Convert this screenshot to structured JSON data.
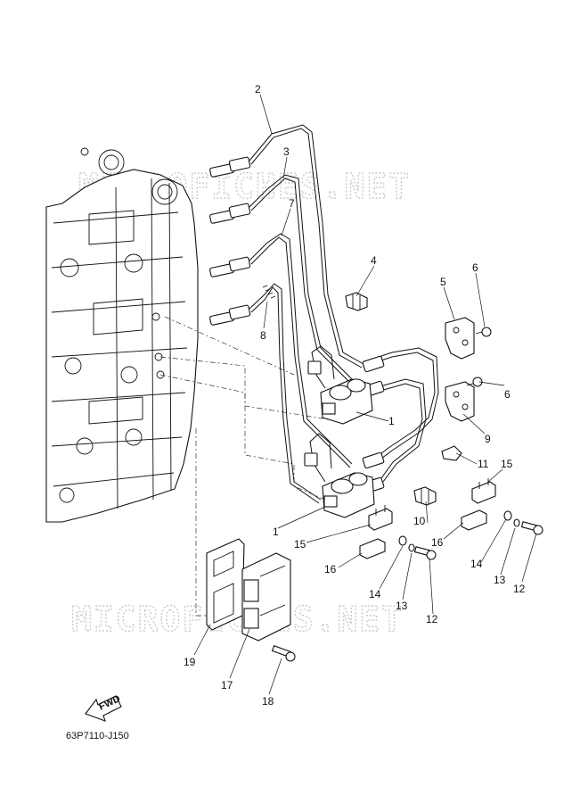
{
  "watermark": "MICROFICHES.NET",
  "diagram_code": "63P7110-J150",
  "fwd_label": "FWD",
  "callouts": {
    "c1a": "1",
    "c1b": "1",
    "c2": "2",
    "c3": "3",
    "c4": "4",
    "c5": "5",
    "c6a": "6",
    "c6b": "6",
    "c7": "7",
    "c8": "8",
    "c9": "9",
    "c10": "10",
    "c11": "11",
    "c12a": "12",
    "c12b": "12",
    "c13a": "13",
    "c13b": "13",
    "c14a": "14",
    "c14b": "14",
    "c15a": "15",
    "c15b": "15",
    "c16a": "16",
    "c16b": "16",
    "c17": "17",
    "c18": "18",
    "c19": "19"
  }
}
